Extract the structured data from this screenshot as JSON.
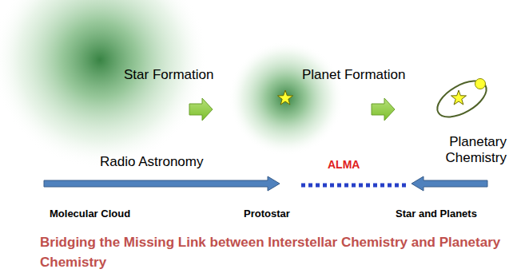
{
  "diagram": {
    "caption": "Bridging the Missing Link between Interstellar Chemistry and Planetary Chemistry",
    "labels": [
      "Star Formation",
      "Planet Formation",
      "Radio Astronomy",
      "ALMA",
      "Planetary Chemistry",
      "Molecular Cloud",
      "Protostar",
      "Star and Planets"
    ]
  }
}
